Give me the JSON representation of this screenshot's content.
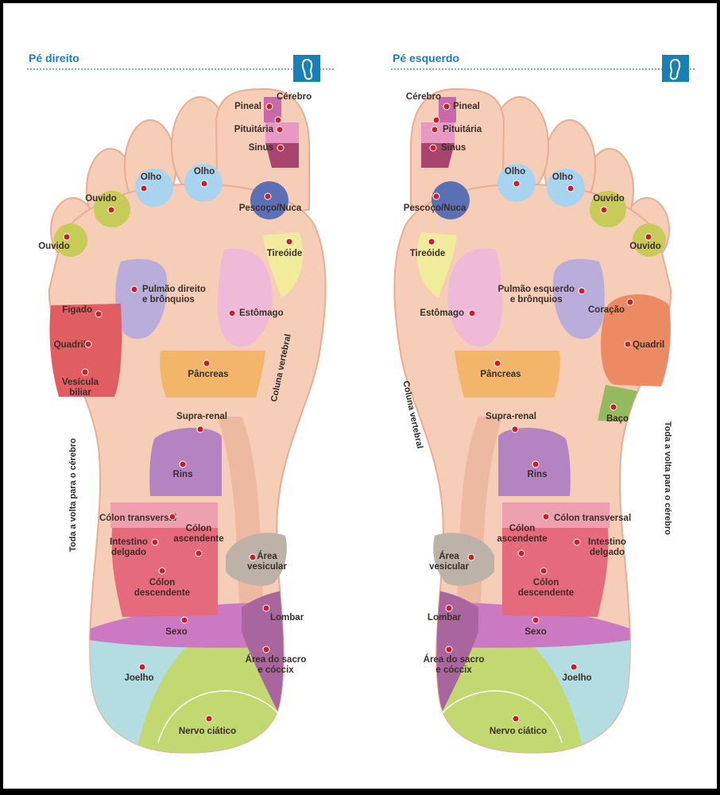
{
  "right_foot": {
    "title": "Pé direito",
    "labels": {
      "cerebro": "Cérebro",
      "pineal": "Pineal",
      "pituitaria": "Pituitária",
      "sinus": "Sinus",
      "olho1": "Olho",
      "olho2": "Olho",
      "ouvido1": "Ouvido",
      "ouvido2": "Ouvido",
      "pescoco": "Pescoço/Nuca",
      "tireoide": "Tireóide",
      "pulmao": "Pulmão direito\ne brônquios",
      "figado": "Fígado",
      "estomago": "Estômago",
      "quadril": "Quadril",
      "vesicula": "Vesícula\nbiliar",
      "pancreas": "Pâncreas",
      "coluna": "Coluna vertebral",
      "supra_renal": "Supra-renal",
      "toda_volta": "Toda a volta para o cérebro",
      "rins": "Rins",
      "colon_transversal": "Cólon transversal",
      "colon_ascendente": "Cólon\nascendente",
      "intestino": "Intestino\ndelgado",
      "area_vesicular": "Área\nvesicular",
      "colon_descendente": "Cólon\ndescendente",
      "sexo": "Sexo",
      "lombar": "Lombar",
      "sacro": "Área do sacro\ne cóccix",
      "joelho": "Joelho",
      "nervo": "Nervo ciático"
    }
  },
  "left_foot": {
    "title": "Pé esquerdo",
    "labels": {
      "cerebro": "Cérebro",
      "pineal": "Pineal",
      "pituitaria": "Pituitária",
      "sinus": "Sinus",
      "olho1": "Olho",
      "olho2": "Olho",
      "ouvido1": "Ouvido",
      "ouvido2": "Ouvido",
      "pescoco": "Pescoço/Nuca",
      "tireoide": "Tireóide",
      "pulmao": "Pulmão esquerdo\ne brônquios",
      "coracao": "Coração",
      "estomago": "Estômago",
      "quadril": "Quadril",
      "pancreas": "Pâncreas",
      "baco": "Baço",
      "coluna": "Coluna vertebral",
      "supra_renal": "Supra-renal",
      "toda_volta": "Toda a volta para o cérebro",
      "rins": "Rins",
      "colon_transversal": "Cólon transversal",
      "colon_ascendente": "Cólon\nascendente",
      "intestino": "Intestino\ndelgado",
      "area_vesicular": "Área\nvesicular",
      "colon_descendente": "Cólon\ndescendente",
      "sexo": "Sexo",
      "lombar": "Lombar",
      "sacro": "Área do sacro\ne cóccix",
      "joelho": "Joelho",
      "nervo": "Nervo ciático"
    }
  },
  "colors": {
    "skin": "#f6cdb6",
    "skin_dark": "#e8ad92",
    "accent": "#1a7fb5",
    "dot": "#c8202a",
    "brain": "#c86aa8",
    "pineal": "#e898c4",
    "sinus": "#a8446e",
    "eye": "#a9d4ef",
    "ear": "#c7cc58",
    "neck": "#5b6fb4",
    "thyroid": "#f1ec9c",
    "lung": "#b9addb",
    "stomach": "#efb9d8",
    "liver": "#e05d62",
    "heart_hip": "#ec8a63",
    "pancreas": "#f3b56a",
    "spleen": "#95ba5d",
    "kidney": "#b583c2",
    "colon_t": "#eea0b1",
    "colon": "#e46a7c",
    "vesicular": "#bdb2a8",
    "sex": "#cb79c2",
    "lombar": "#a9659e",
    "knee": "#b3dde0",
    "sciatic": "#c2d870"
  }
}
